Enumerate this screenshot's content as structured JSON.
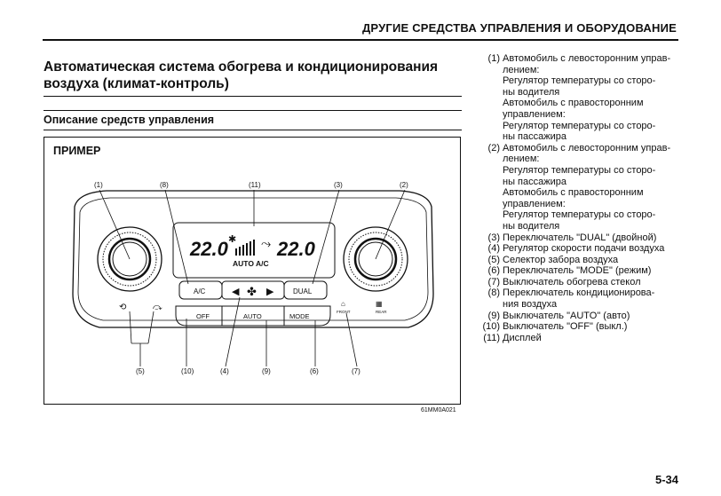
{
  "header": {
    "section_title": "ДРУГИЕ СРЕДСТВА УПРАВЛЕНИЯ И ОБОРУДОВАНИЕ"
  },
  "heading": {
    "line1": "Автоматическая система обогрева и кондиционирования",
    "line2": "воздуха (климат-контроль)"
  },
  "subheading": "Описание средств управления",
  "figure": {
    "title": "ПРИМЕР",
    "code": "61MM0A021",
    "callouts": [
      "(1)",
      "(2)",
      "(3)",
      "(4)",
      "(5)",
      "(6)",
      "(7)",
      "(8)",
      "(9)",
      "(10)",
      "(11)"
    ],
    "display": {
      "left_temp": "22.0",
      "right_temp": "22.0",
      "mode_text": "AUTO A/C"
    },
    "buttons": {
      "ac": "A/C",
      "dual": "DUAL",
      "off": "OFF",
      "auto": "AUTO",
      "mode": "MODE",
      "front": "FRONT",
      "rear": "REAR",
      "fan_left": "◀",
      "fan_right": "▶"
    }
  },
  "items": [
    {
      "num": "(1)",
      "lines": [
        "Автомобиль с левосторонним управ-",
        "лением:",
        "Регулятор температуры со сторо-",
        "ны водителя",
        "Автомобиль с правосторонним",
        "управлением:",
        "Регулятор температуры со сторо-",
        "ны пассажира"
      ]
    },
    {
      "num": "(2)",
      "lines": [
        "Автомобиль с левосторонним управ-",
        "лением:",
        "Регулятор температуры со сторо-",
        "ны пассажира",
        "Автомобиль с правосторонним",
        "управлением:",
        "Регулятор температуры со сторо-",
        "ны водителя"
      ]
    },
    {
      "num": "(3)",
      "lines": [
        "Переключатель \"DUAL\" (двойной)"
      ]
    },
    {
      "num": "(4)",
      "lines": [
        "Регулятор скорости подачи воздуха"
      ]
    },
    {
      "num": "(5)",
      "lines": [
        "Селектор забора воздуха"
      ]
    },
    {
      "num": "(6)",
      "lines": [
        "Переключатель \"MODE\" (режим)"
      ]
    },
    {
      "num": "(7)",
      "lines": [
        "Выключатель обогрева стекол"
      ]
    },
    {
      "num": "(8)",
      "lines": [
        "Переключатель кондиционирова-",
        "ния воздуха"
      ]
    },
    {
      "num": "(9)",
      "lines": [
        "Выключатель \"AUTO\" (авто)"
      ]
    },
    {
      "num": "(10)",
      "lines": [
        "Выключатель \"OFF\" (выкл.)"
      ]
    },
    {
      "num": "(11)",
      "lines": [
        "Дисплей"
      ]
    }
  ],
  "page_number": "5-34"
}
